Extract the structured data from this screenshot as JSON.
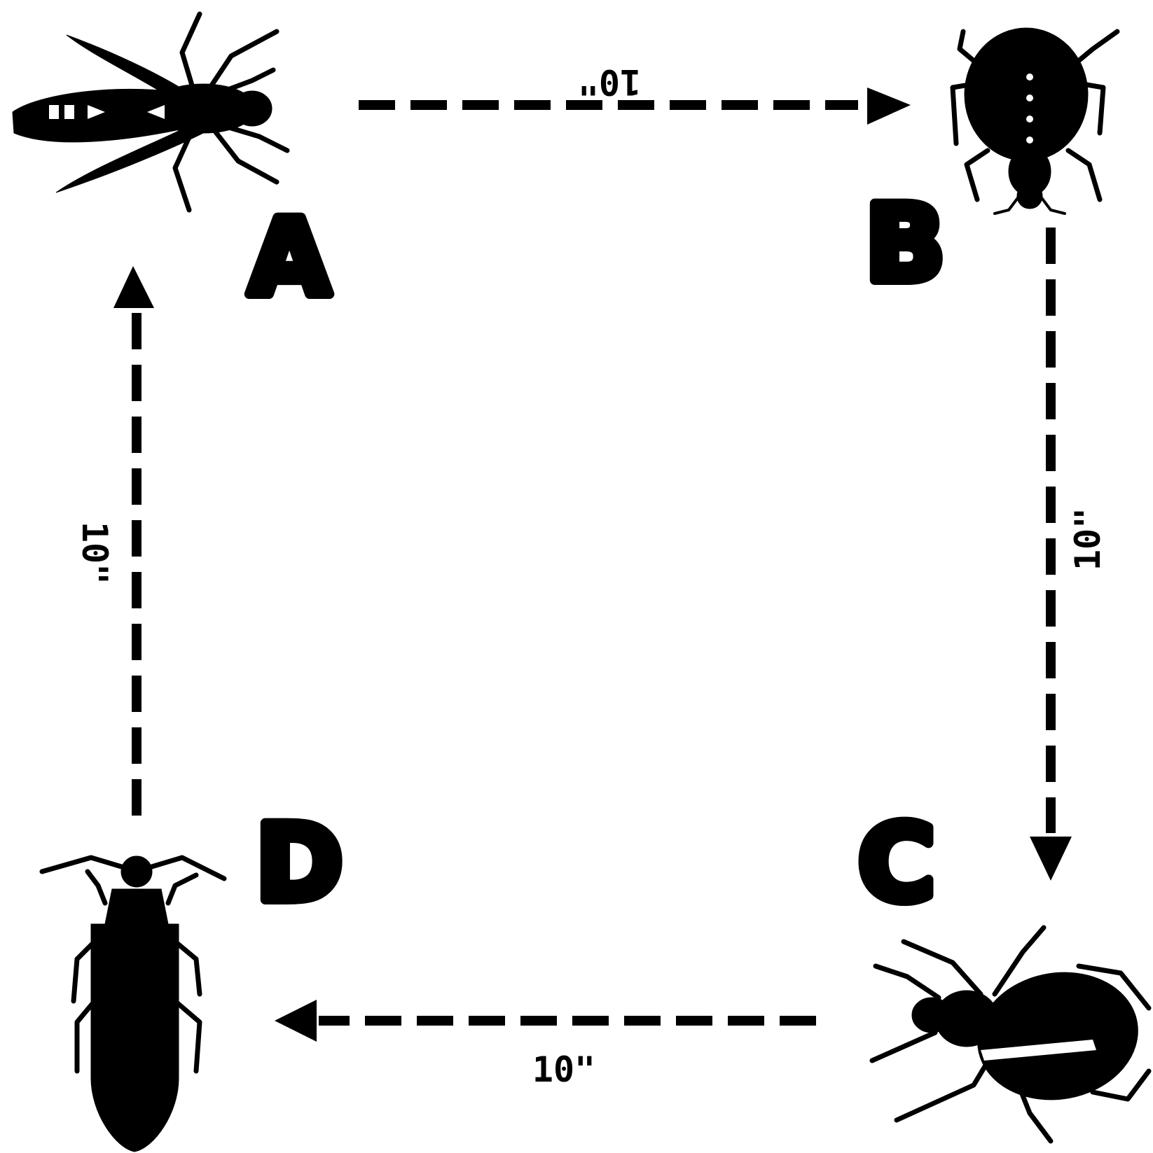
{
  "nodes": [
    {
      "id": "A",
      "label": "A",
      "icon": "fly-insect-icon"
    },
    {
      "id": "B",
      "label": "B",
      "icon": "bedbug-insect-icon"
    },
    {
      "id": "C",
      "label": "C",
      "icon": "ground-beetle-icon"
    },
    {
      "id": "D",
      "label": "D",
      "icon": "click-beetle-icon"
    }
  ],
  "edges": [
    {
      "from": "A",
      "to": "B",
      "label": "10\""
    },
    {
      "from": "B",
      "to": "C",
      "label": "10\""
    },
    {
      "from": "C",
      "to": "D",
      "label": "10\""
    },
    {
      "from": "D",
      "to": "A",
      "label": "10\""
    }
  ],
  "colors": {
    "ink": "#000000",
    "background": "#ffffff"
  }
}
